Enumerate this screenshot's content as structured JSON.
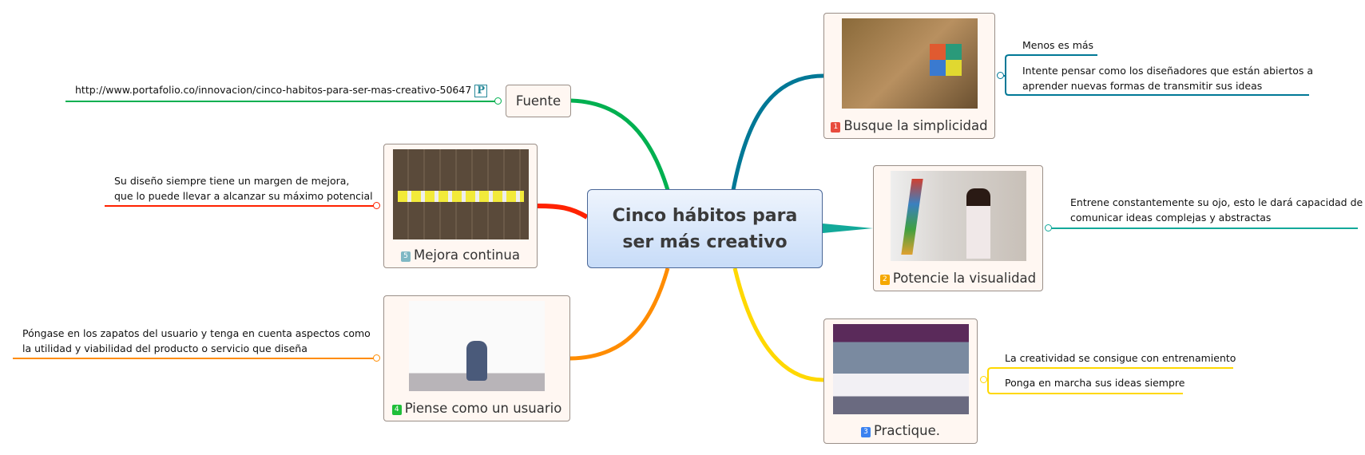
{
  "central_topic": {
    "line1": "Cinco hábitos para",
    "line2": "ser más creativo"
  },
  "colors": {
    "fuente": "#00b050",
    "mejora": "#ff2200",
    "piense": "#ff8c00",
    "busque": "#007896",
    "potencie": "#13a99a",
    "practique": "#ffd800"
  },
  "fuente": {
    "label": "Fuente",
    "url": "http://www.portafolio.co/innovacion/cinco-habitos-para-ser-mas-creativo-50647",
    "link_icon": "P"
  },
  "topics": [
    {
      "number": "1",
      "label": "Busque la simplicidad",
      "badge_color": "#e84c3d",
      "notes": [
        "Menos es más",
        "Intente pensar como los diseñadores que están abiertos a",
        "aprender nuevas formas de transmitir sus ideas"
      ]
    },
    {
      "number": "2",
      "label": "Potencie la visualidad",
      "badge_color": "#f5a800",
      "notes": [
        "Entrene constantemente su ojo, esto le dará capacidad de",
        "comunicar ideas complejas y abstractas"
      ]
    },
    {
      "number": "3",
      "label": "Practique.",
      "badge_color": "#3b82f0",
      "notes": [
        "La creatividad se consigue con entrenamiento",
        "Ponga en marcha sus ideas siempre"
      ]
    },
    {
      "number": "4",
      "label": "Piense como un usuario",
      "badge_color": "#1fbf3a",
      "notes": [
        "Póngase en los zapatos del usuario y tenga en cuenta aspectos como",
        "la utilidad y viabilidad del producto o servicio que diseña"
      ]
    },
    {
      "number": "5",
      "label": "Mejora continua",
      "badge_color": "#7fb8c4",
      "notes": [
        "Su diseño siempre tiene un margen de mejora,",
        "que lo puede llevar a alcanzar su máximo potencial"
      ]
    }
  ]
}
